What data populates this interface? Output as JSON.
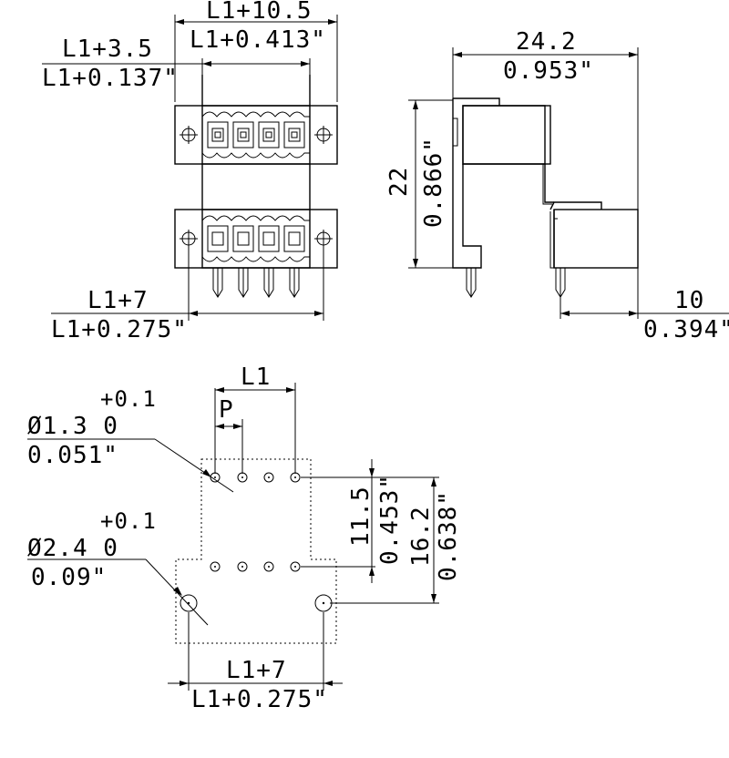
{
  "dims": {
    "top_width_mm": "L1+10.5",
    "top_width_in": "L1+0.413\"",
    "top_inner_mm": "L1+3.5",
    "top_inner_in": "L1+0.137\"",
    "bottom_width_mm": "L1+7",
    "bottom_width_in": "L1+0.275\"",
    "side_width_mm": "24.2",
    "side_width_in": "0.953\"",
    "side_height_mm": "22",
    "side_height_in": "0.866\"",
    "side_offset_mm": "10",
    "side_offset_in": "0.394\"",
    "pcb_l1": "L1",
    "pcb_pitch": "P",
    "hole_small_tol": "+0.1",
    "hole_small_dia": "Ø1.3  0",
    "hole_small_in": "0.051\"",
    "hole_large_tol": "+0.1",
    "hole_large_dia": "Ø2.4  0",
    "hole_large_in": "0.09\"",
    "pcb_row_mm": "11.5",
    "pcb_row_in": "0.453\"",
    "pcb_mount_mm": "16.2",
    "pcb_mount_in": "0.638\"",
    "pcb_width_mm": "L1+7",
    "pcb_width_in": "L1+0.275\""
  }
}
